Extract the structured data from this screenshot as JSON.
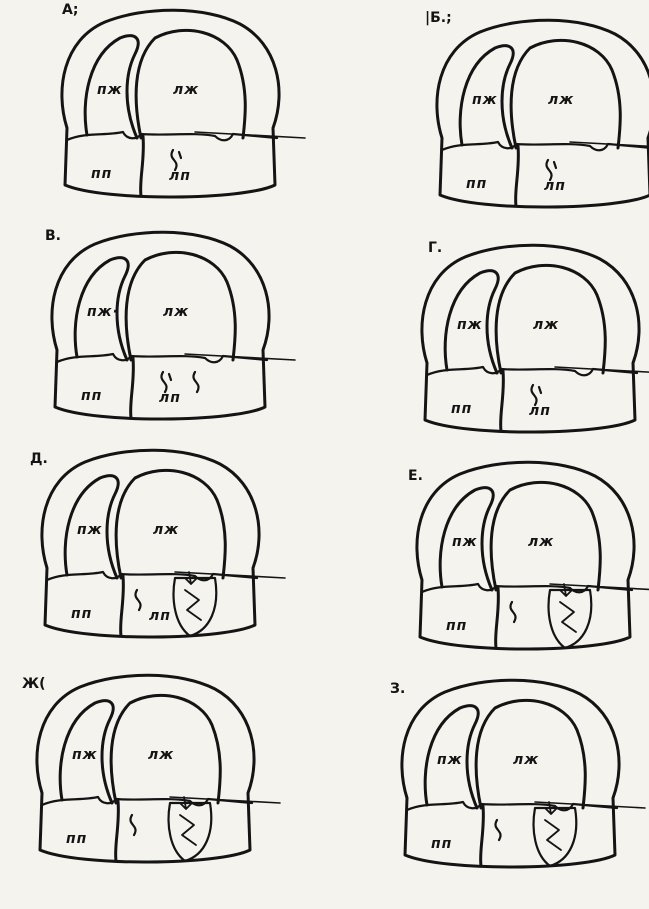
{
  "panels": [
    {
      "id": "a",
      "letter": "А;",
      "labels": {
        "rv": "пж",
        "lv": "лж",
        "ra": "пп",
        "la": "лп"
      }
    },
    {
      "id": "b",
      "letter": "|Б.;",
      "labels": {
        "rv": "пж",
        "lv": "лж",
        "ra": "пп",
        "la": "лп"
      }
    },
    {
      "id": "v",
      "letter": "В.",
      "labels": {
        "rv": "пж·",
        "lv": "лж",
        "ra": "пп",
        "la": "лп"
      }
    },
    {
      "id": "g",
      "letter": "Г.",
      "labels": {
        "rv": "пж",
        "lv": "лж",
        "ra": "пп",
        "la": "лп"
      }
    },
    {
      "id": "d",
      "letter": "Д.",
      "labels": {
        "rv": "пж",
        "lv": "лж",
        "ra": "пп",
        "la": "лп"
      }
    },
    {
      "id": "e",
      "letter": "Е.",
      "labels": {
        "rv": "пж",
        "lv": "лж",
        "ra": "пп",
        "la": ""
      }
    },
    {
      "id": "zh",
      "letter": "Ж(",
      "labels": {
        "rv": "пж",
        "lv": "лж",
        "ra": "пп",
        "la": ""
      }
    },
    {
      "id": "z",
      "letter": "З.",
      "labels": {
        "rv": "пж",
        "lv": "лж",
        "ra": "пп",
        "la": ""
      }
    }
  ],
  "colors": {
    "ink": "#141414",
    "paper": "#f4f3ee"
  }
}
